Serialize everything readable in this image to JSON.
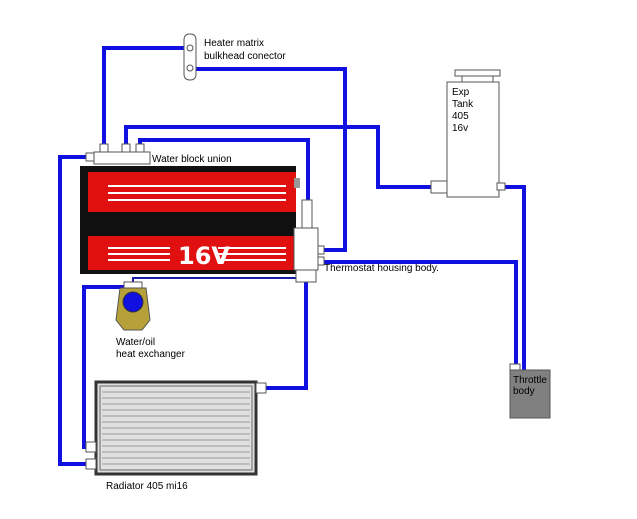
{
  "labels": {
    "heater_matrix_line1": "Heater matrix",
    "heater_matrix_line2": "bulkhead conector",
    "exp_tank_line1": "Exp",
    "exp_tank_line2": "Tank",
    "exp_tank_line3": "405",
    "exp_tank_line4": "16v",
    "water_block_union": "Water block union",
    "engine_badge": "16V",
    "thermostat": "Thermostat housing body.",
    "heat_exchanger_line1": "Water/oil",
    "heat_exchanger_line2": "heat exchanger",
    "throttle_line1": "Throttle",
    "throttle_line2": "body",
    "radiator": "Radiator 405 mi16"
  },
  "colors": {
    "hose": "#1010e0",
    "hose_thin": "#1a1aa8",
    "engine_red": "#e01010",
    "engine_black": "#111111",
    "throttle_grey": "#808080",
    "heat_exchanger_body": "#b5a03a",
    "heat_exchanger_core": "#1010e0",
    "radiator_fill": "#e0e0e0",
    "radiator_lines": "#9a9a9a",
    "radiator_frame": "#333333",
    "fitting": "#ffffff"
  }
}
